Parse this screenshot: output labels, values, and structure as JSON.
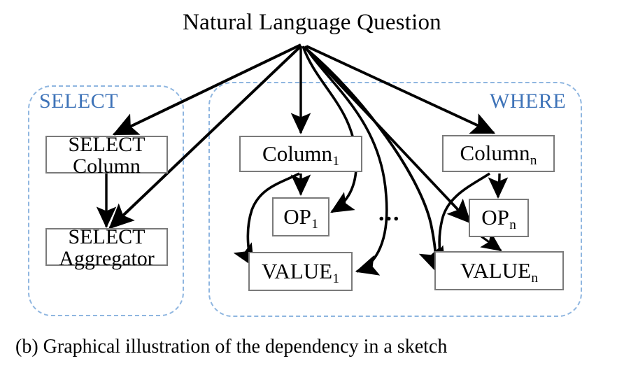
{
  "figure": {
    "title": "Natural Language Question",
    "caption": "(b) Graphical illustration of the dependency in a sketch",
    "accent_color": "#3e73b8",
    "group_border_color": "#8fb6e0",
    "node_border_color": "#7a7a7a",
    "edge_color": "#000000",
    "ellipsis": "..."
  },
  "groups": [
    {
      "id": "select-group",
      "label": "SELECT",
      "label_align": "left"
    },
    {
      "id": "where-group",
      "label": "WHERE",
      "label_align": "right"
    }
  ],
  "nodes": {
    "select_column": {
      "line1": "SELECT",
      "line2": "Column"
    },
    "select_aggregator": {
      "line1": "SELECT",
      "line2": "Aggregator"
    },
    "column_1": {
      "base": "Column",
      "subscript": "1"
    },
    "op_1": {
      "base": "OP",
      "subscript": "1"
    },
    "value_1": {
      "base": "VALUE",
      "subscript": "1"
    },
    "column_n": {
      "base": "Column",
      "subscript": "n"
    },
    "op_n": {
      "base": "OP",
      "subscript": "n"
    },
    "value_n": {
      "base": "VALUE",
      "subscript": "n"
    }
  },
  "chart_data": {
    "type": "diagram",
    "title": "Natural Language Question",
    "subtitle": "(b) Graphical illustration of the dependency in a sketch",
    "root": "Natural Language Question",
    "clusters": [
      {
        "name": "SELECT",
        "nodes": [
          "SELECT Column",
          "SELECT Aggregator"
        ]
      },
      {
        "name": "WHERE",
        "nodes": [
          "Column_1",
          "OP_1",
          "VALUE_1",
          "Column_n",
          "OP_n",
          "VALUE_n"
        ]
      }
    ],
    "edges": [
      {
        "from": "Natural Language Question",
        "to": "SELECT Column"
      },
      {
        "from": "Natural Language Question",
        "to": "SELECT Aggregator"
      },
      {
        "from": "Natural Language Question",
        "to": "Column_1"
      },
      {
        "from": "Natural Language Question",
        "to": "OP_1"
      },
      {
        "from": "Natural Language Question",
        "to": "VALUE_1"
      },
      {
        "from": "Natural Language Question",
        "to": "Column_n"
      },
      {
        "from": "Natural Language Question",
        "to": "OP_n"
      },
      {
        "from": "Natural Language Question",
        "to": "VALUE_n"
      },
      {
        "from": "SELECT Column",
        "to": "SELECT Aggregator"
      },
      {
        "from": "Column_1",
        "to": "OP_1"
      },
      {
        "from": "Column_1",
        "to": "VALUE_1"
      },
      {
        "from": "Column_n",
        "to": "OP_n"
      },
      {
        "from": "Column_n",
        "to": "VALUE_n"
      },
      {
        "from": "OP_n",
        "to": "VALUE_n"
      }
    ]
  }
}
